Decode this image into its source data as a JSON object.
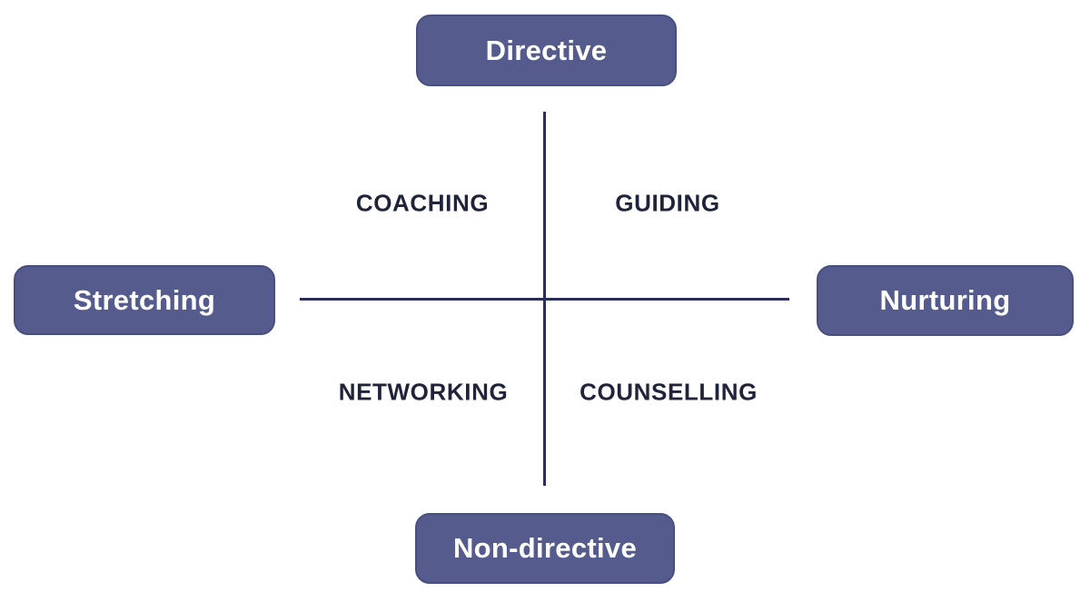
{
  "diagram": {
    "axis_labels": {
      "top": "Directive",
      "bottom": "Non-directive",
      "left": "Stretching",
      "right": "Nurturing"
    },
    "quadrants": {
      "top_left": "COACHING",
      "top_right": "GUIDING",
      "bottom_left": "NETWORKING",
      "bottom_right": "COUNSELLING"
    },
    "colors": {
      "pill_fill": "#555c8d",
      "pill_border": "#474e80",
      "pill_text": "#ffffff",
      "axis_line": "#2b2e58",
      "quadrant_text": "#20243a",
      "background": "#ffffff"
    }
  }
}
